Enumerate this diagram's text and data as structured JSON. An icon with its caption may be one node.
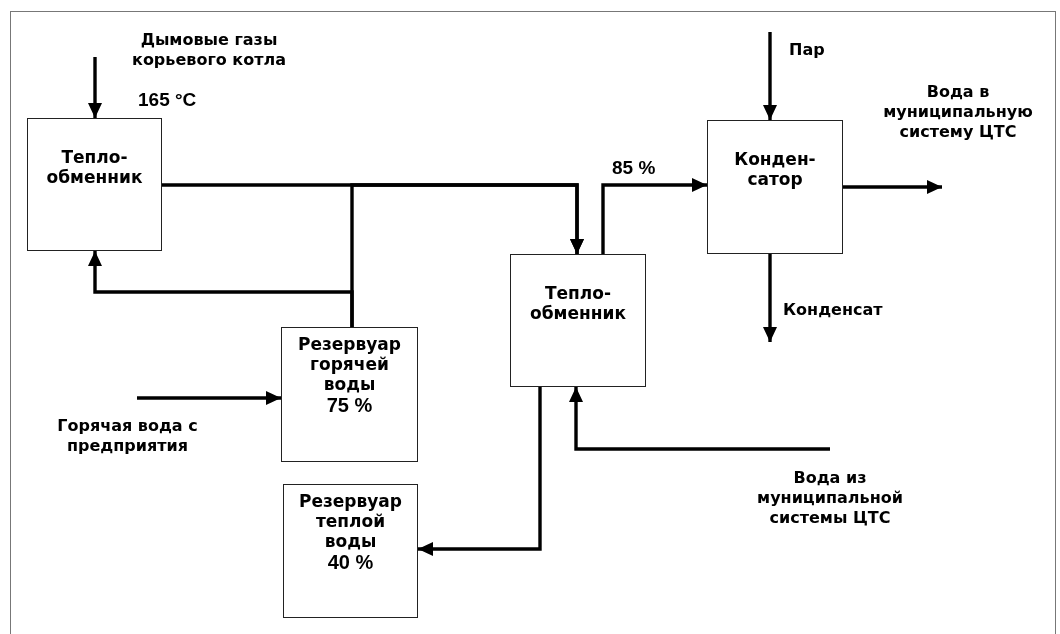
{
  "diagram": {
    "nodes": [
      {
        "text": [
          "Тепло- обменник"
        ],
        "beside": [
          "165 °C"
        ]
      },
      {
        "text": [
          "Тепло- обменник"
        ]
      },
      {
        "text": [
          "Конден- сатор"
        ]
      },
      {
        "text": [
          "Резервуар горячей воды",
          "75 %"
        ]
      },
      {
        "text": [
          "Резервуар теплой воды",
          "40 %"
        ]
      }
    ],
    "edges": [
      {
        "from": null,
        "to": 0,
        "arrow": "to",
        "label": "Дымовые газы корьевого котла"
      },
      {
        "from": 0,
        "to": 1,
        "arrow": "to"
      },
      {
        "from": 3,
        "to": 0,
        "arrow": "to"
      },
      {
        "from": 3,
        "to": 1,
        "arrow": "to"
      },
      {
        "from": 1,
        "to": 2,
        "arrow": "to",
        "label": "85 %"
      },
      {
        "from": null,
        "to": 2,
        "arrow": "to",
        "label": "Пар"
      },
      {
        "from": 2,
        "to": null,
        "arrow": "to",
        "label": "Вода в муниципальную систему ЦТС"
      },
      {
        "from": 2,
        "to": null,
        "arrow": "to",
        "label": "Конденсат"
      },
      {
        "from": null,
        "to": 3,
        "arrow": "to",
        "label": "Горячая вода с предприятия"
      },
      {
        "from": null,
        "to": 1,
        "arrow": "to",
        "label": "Вода из муниципальной системы ЦТС"
      },
      {
        "from": 1,
        "to": 4,
        "arrow": "to"
      }
    ]
  }
}
